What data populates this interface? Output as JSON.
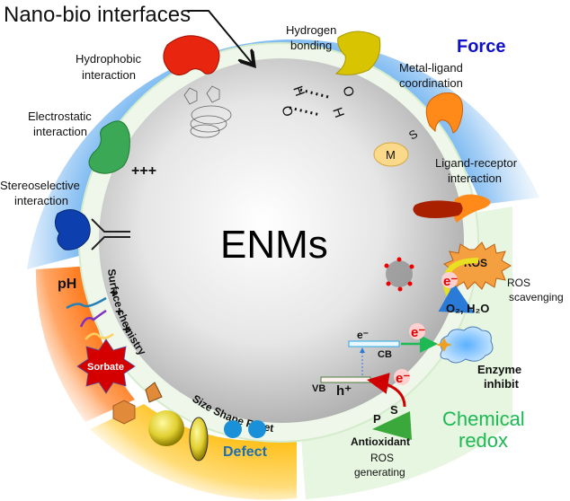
{
  "title": "Nano-bio interfaces",
  "center_label": "ENMs",
  "sections": {
    "force": {
      "title": "Force",
      "color": "#1010c8",
      "interactions": [
        {
          "label_lines": [
            "Hydrophobic",
            "interaction"
          ]
        },
        {
          "label_lines": [
            "Hydrogen",
            "bonding"
          ]
        },
        {
          "label_lines": [
            "Metal-ligand",
            "coordination"
          ]
        },
        {
          "label_lines": [
            "Ligand-receptor",
            "interaction"
          ]
        },
        {
          "label_lines": [
            "Electrostatic",
            "interaction"
          ]
        },
        {
          "label_lines": [
            "Stereoselective",
            "interaction"
          ]
        }
      ],
      "metal_symbol": "M",
      "sulfur_symbol": "S",
      "hbond_atoms": [
        "H",
        "O",
        "O",
        "H"
      ]
    },
    "surface": {
      "ring_label": "Surface chemistry",
      "ph_label": "pH",
      "sorbate_label": "Sorbate",
      "charges": [
        "+",
        "+",
        "+"
      ]
    },
    "physical": {
      "ring_label": "Size Shape Facet",
      "defect_label": "Defect"
    },
    "redox": {
      "title_lines": [
        "Chemical",
        "redox"
      ],
      "color": "#1db954",
      "ros_badge": "ROS",
      "ros_scavenging": [
        "ROS",
        "scavenging"
      ],
      "products": "O₂, H₂O",
      "electron": "e⁻",
      "cb_label": "CB",
      "vb_label": "VB",
      "hole": "h⁺",
      "band_electron": "e⁻",
      "enzyme_inhibit": [
        "Enzyme",
        "inhibit"
      ],
      "antioxidant": "Antioxidant",
      "ros_generating": [
        "ROS",
        "generating"
      ],
      "p_label": "P",
      "s_label": "S"
    }
  }
}
